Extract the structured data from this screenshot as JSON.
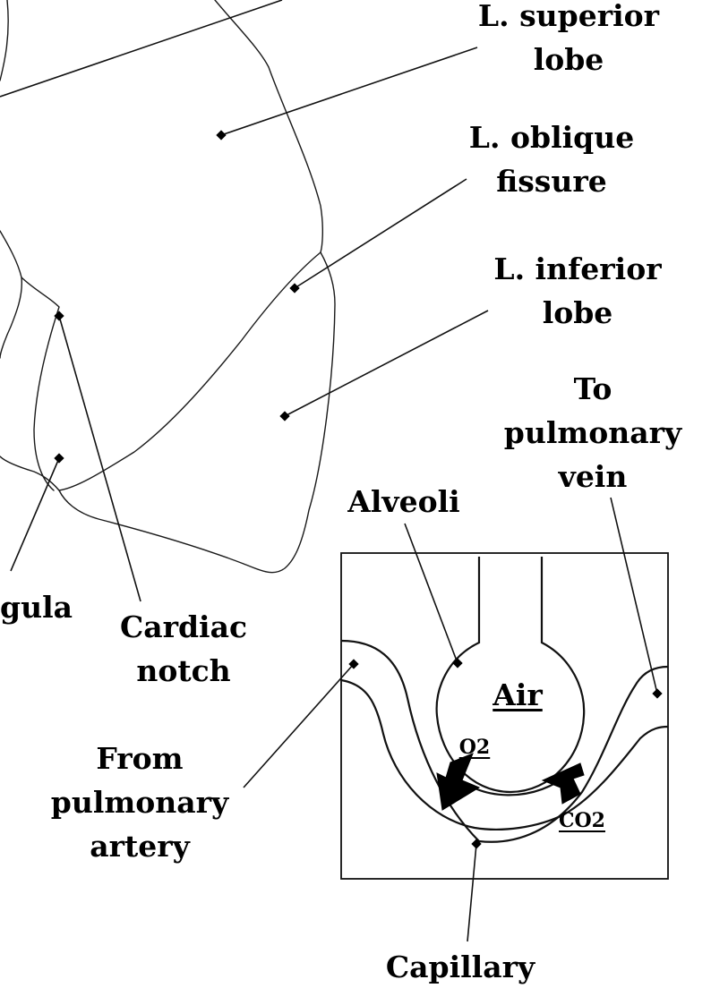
{
  "lung_labels": {
    "superior_lobe": [
      "L. superior",
      "lobe"
    ],
    "oblique_fissure": [
      "L. oblique",
      "fissure"
    ],
    "inferior_lobe": [
      "L. inferior",
      "lobe"
    ],
    "lingula": "gula",
    "cardiac_notch": [
      "Cardiac",
      "notch"
    ]
  },
  "alveolus_labels": {
    "to_vein": [
      "To",
      "pulmonary",
      "vein"
    ],
    "alveoli": "Alveoli",
    "from_artery": [
      "From",
      "pulmonary",
      "artery"
    ],
    "air": "Air",
    "o2": "O2",
    "co2": "CO2",
    "capillary": "Capillary"
  }
}
